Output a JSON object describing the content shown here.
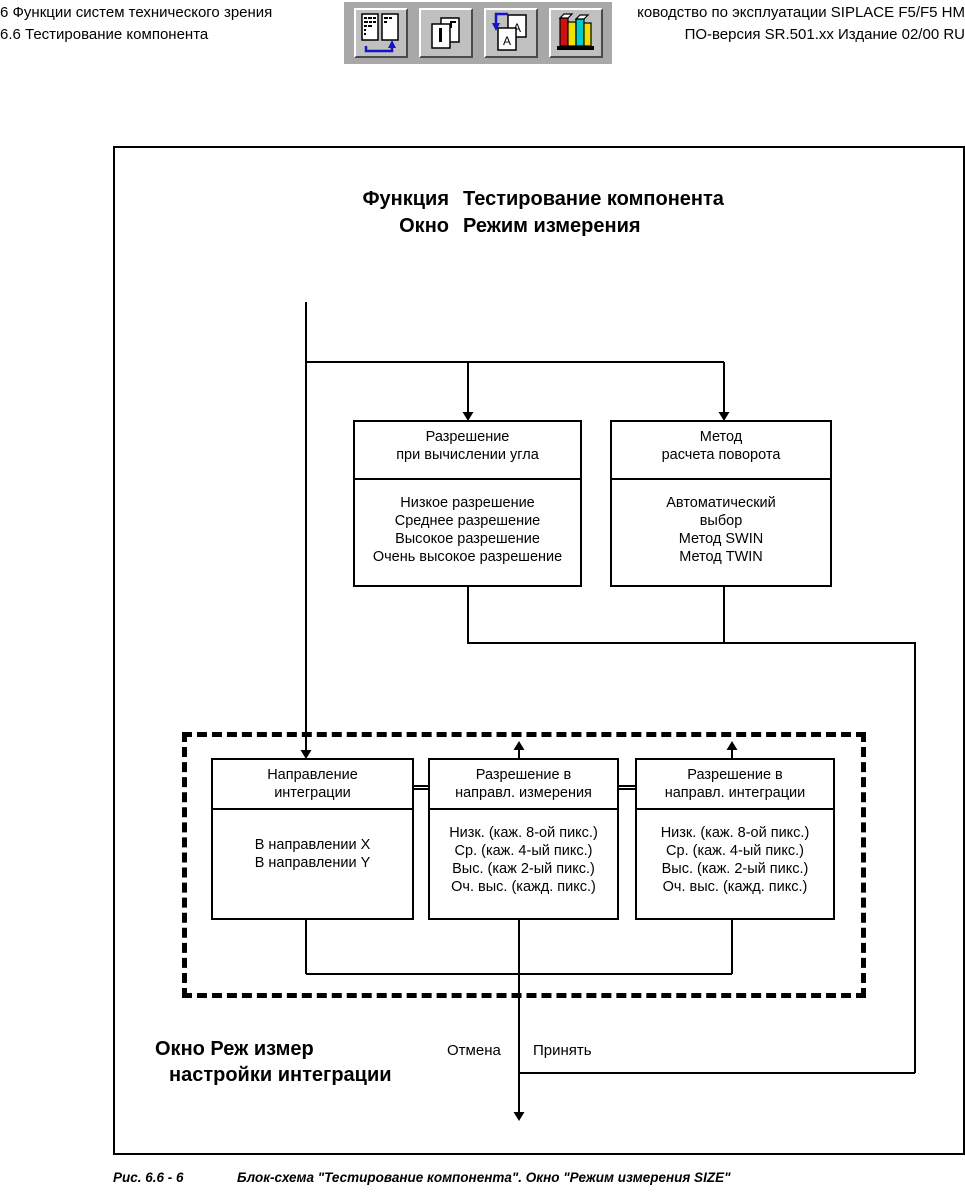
{
  "header": {
    "left_line1": "6 Функции систем технического зрения",
    "left_line2": "6.6 Тестирование компонента",
    "right_line1": "ководство по эксплуатации SIPLACE F5/F5 HM",
    "right_line2": "ПО-версия SR.501.xx   Издание 02/00 RU",
    "toolbar_icons": [
      "page-layout-icon",
      "copy-page-icon",
      "replace-page-icon",
      "color-books-icon"
    ]
  },
  "diagram": {
    "title": {
      "function_key": "Функция",
      "function_value": "Тестирование компонента",
      "window_key": "Окно",
      "window_value": "Режим измерения"
    },
    "boxes": [
      {
        "id": "angle-resolution",
        "head": [
          "Разрешение",
          "при вычислении угла"
        ],
        "items": [
          "Низкое разрешение",
          "Среднее разрешение",
          "Высокое разрешение",
          "Очень высокое разрешение"
        ]
      },
      {
        "id": "rotation-method",
        "head": [
          "Метод",
          "расчета поворота"
        ],
        "items": [
          "Автоматический",
          "выбор",
          "Метод SWIN",
          "Метод TWIN"
        ]
      },
      {
        "id": "integration-direction",
        "head": [
          "Направление",
          "интеграции"
        ],
        "items": [
          "В направлении X",
          "В направлении Y"
        ]
      },
      {
        "id": "measurement-resolution",
        "head": [
          "Разрешение в",
          "направл. измерения"
        ],
        "items": [
          "Низк. (каж. 8-ой пикс.)",
          "Ср. (каж. 4-ый пикс.)",
          "Выс. (каж 2-ый пикс.)",
          "Оч. выс. (кажд. пикс.)"
        ]
      },
      {
        "id": "integration-resolution",
        "head": [
          "Разрешение в",
          "направл. интеграции"
        ],
        "items": [
          "Низк. (каж. 8-ой пикс.)",
          "Ср. (каж. 4-ый пикс.)",
          "Выс. (каж. 2-ый пикс.)",
          "Оч. выс. (кажд. пикс.)"
        ]
      }
    ],
    "window_label_line1": "Окно  Реж  измер",
    "window_label_line2": "настройки интеграции",
    "cancel_label": "Отмена",
    "accept_label": "Принять"
  },
  "caption": {
    "number": "Рис. 6.6 - 6",
    "text": "Блок-схема \"Тестирование компонента\". Окно \"Режим измерения SIZE\""
  },
  "colors": {
    "line": "#000000",
    "toolbar_bg": "#a8a8a8",
    "button_face": "#c0c0c0",
    "icon_accent": "#1414c8"
  }
}
